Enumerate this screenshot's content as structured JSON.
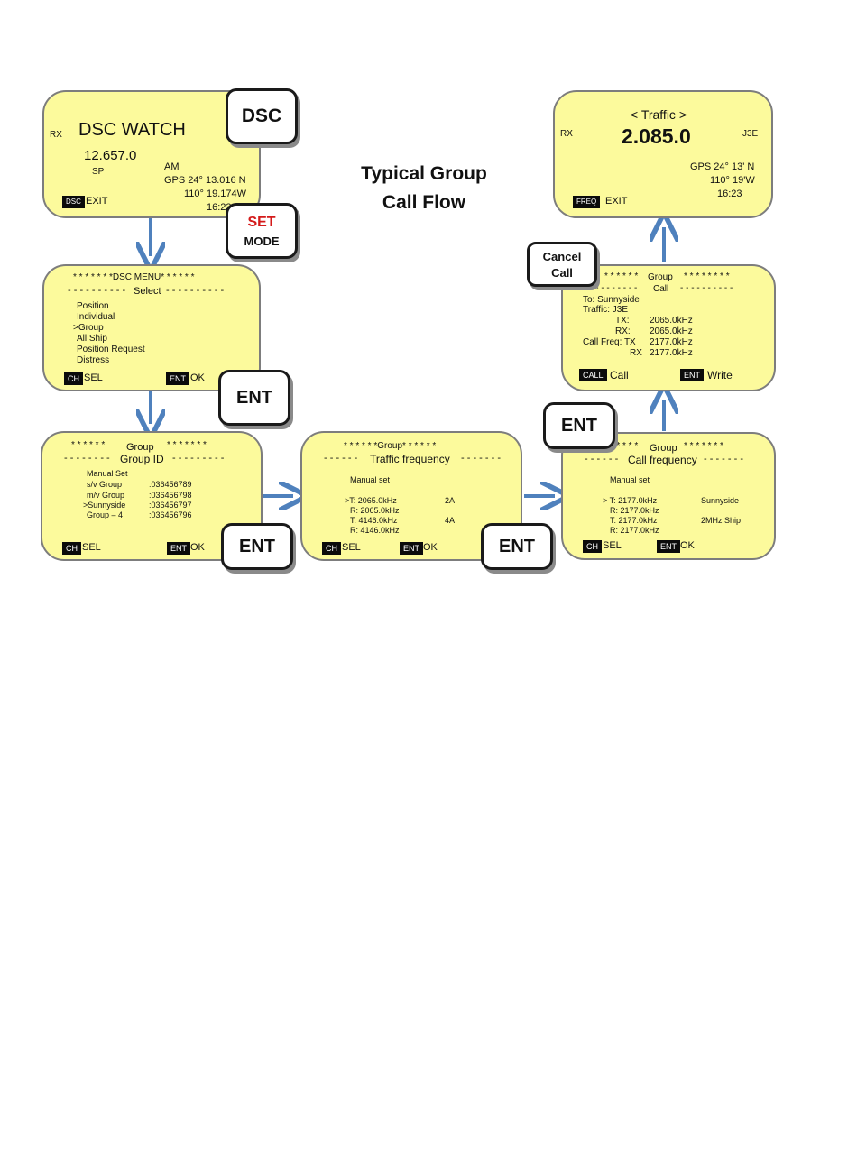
{
  "title": {
    "line1": "Typical Group",
    "line2": "Call Flow"
  },
  "buttons": {
    "dsc": "DSC",
    "set": "SET",
    "mode": "MODE",
    "ent": "ENT",
    "cancel_line1": "Cancel",
    "cancel_line2": "Call"
  },
  "colors": {
    "lcd": "#fcfa9c",
    "arrow": "#4f81bd",
    "set_text": "#d41a1a"
  },
  "screen1": {
    "rx": "RX",
    "heading": "DSC  WATCH",
    "freq": "12.657.0",
    "sp": "SP",
    "am": "AM",
    "gps": "GPS  24° 13.016 N",
    "lon": "110° 19.174W",
    "time": "16:23",
    "key": "DSC",
    "key_label": "EXIT"
  },
  "screen2": {
    "header": "* * * * * * *DSC MENU* * * * * *",
    "sub_left": "- - - - - - - - - -",
    "sub": "Select",
    "sub_right": "- - - - - - - - - -",
    "items": [
      "Position",
      "Individual",
      ">Group",
      "All Ship",
      "Position Request",
      "Distress"
    ],
    "key_left": "CH",
    "label_left": "SEL",
    "key_right": "ENT",
    "label_right": "OK"
  },
  "screen3": {
    "header_left": "* * * * * *",
    "header": "Group",
    "header_right": "* * * * * * *",
    "sub_left": "- - - - - - - -",
    "sub": "Group ID",
    "sub_right": "- - - - - - - - -",
    "rows": [
      {
        "name": "Manual Set",
        "id": ""
      },
      {
        "name": "s/v Group",
        "id": ":036456789"
      },
      {
        "name": "m/v Group",
        "id": ":036456798"
      },
      {
        "name": ">Sunnyside",
        "id": ":036456797"
      },
      {
        "name": "Group – 4",
        "id": ":036456796"
      }
    ],
    "key_left": "CH",
    "label_left": "SEL",
    "key_right": "ENT",
    "label_right": "OK"
  },
  "screen4": {
    "header": "* * * * * *Group* * * * * *",
    "sub_left": "- - - - - -",
    "sub": "Traffic frequency",
    "sub_right": "- - - - - - -",
    "manual": "Manual set",
    "rows": [
      {
        "label": ">T:  2065.0kHz",
        "tag": "2A"
      },
      {
        "label": "R:  2065.0kHz",
        "tag": ""
      },
      {
        "label": "T:  4146.0kHz",
        "tag": "4A"
      },
      {
        "label": "R:  4146.0kHz",
        "tag": ""
      }
    ],
    "key_left": "CH",
    "label_left": "SEL",
    "key_right": "ENT",
    "label_right": "OK"
  },
  "screen5": {
    "header_left": "* * * * * *",
    "header": "Group",
    "header_right": "* * * * * * *",
    "sub_left": "- - - - - -",
    "sub": "Call frequency",
    "sub_right": "- - - - - - -",
    "manual": "Manual set",
    "rows": [
      {
        "label": "> T:  2177.0kHz",
        "tag": "Sunnyside"
      },
      {
        "label": "R:  2177.0kHz",
        "tag": ""
      },
      {
        "label": "T:  2177.0kHz",
        "tag": "2MHz Ship"
      },
      {
        "label": "R:  2177.0kHz",
        "tag": ""
      }
    ],
    "key_left": "CH",
    "label_left": "SEL",
    "key_right": "ENT",
    "label_right": "OK"
  },
  "screen6": {
    "header_left": "* * * * * *",
    "header": "Group",
    "header_right": "* * * * * * * *",
    "sub_left": "- - - - - - - - - -",
    "sub": "Call",
    "sub_right": "- - - - - - - - - -",
    "to": "To: Sunnyside",
    "traffic": "Traffic: J3E",
    "tx_label": "TX:",
    "tx_val": "2065.0kHz",
    "rx_label": "RX:",
    "rx_val": "2065.0kHz",
    "cf_label": "Call Freq:  TX",
    "cf_val": "2177.0kHz",
    "cf_rx_label": "RX",
    "cf_rx_val": "2177.0kHz",
    "key_left": "CALL",
    "label_left": "Call",
    "key_right": "ENT",
    "label_right": "Write"
  },
  "screen7": {
    "heading": "< Traffic >",
    "rx": "RX",
    "freq": "2.085.0",
    "mode": "J3E",
    "gps": "GPS  24° 13' N",
    "lon": "110° 19'W",
    "time": "16:23",
    "key": "FREQ",
    "key_label": "EXIT"
  }
}
